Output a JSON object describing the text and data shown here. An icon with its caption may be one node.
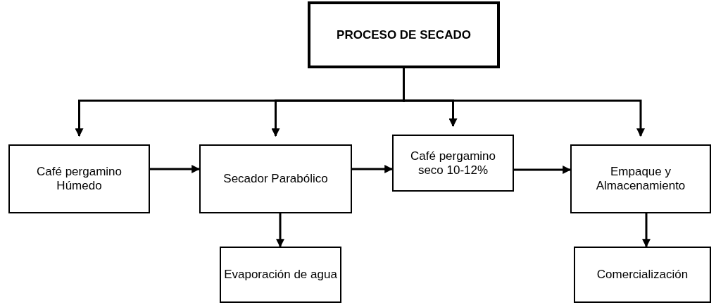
{
  "diagram": {
    "nodes": [
      {
        "text": [
          "PROCESO DE SECADO"
        ]
      },
      {
        "text": [
          "Café pergamino Húmedo"
        ]
      },
      {
        "text": [
          "Secador Parabólico"
        ]
      },
      {
        "text": [
          "Café pergamino seco 10-12%"
        ]
      },
      {
        "text": [
          "Empaque y Almacenamiento"
        ]
      },
      {
        "text": [
          "Evaporación de agua"
        ]
      },
      {
        "text": [
          "Comercialización"
        ]
      }
    ],
    "edges": [
      {
        "from": 0,
        "to": 1,
        "arrow": "to"
      },
      {
        "from": 0,
        "to": 2,
        "arrow": "to"
      },
      {
        "from": 0,
        "to": 3,
        "arrow": "to"
      },
      {
        "from": 0,
        "to": 4,
        "arrow": "to"
      },
      {
        "from": 1,
        "to": 2,
        "arrow": "to"
      },
      {
        "from": 2,
        "to": 3,
        "arrow": "to"
      },
      {
        "from": 3,
        "to": 4,
        "arrow": "to"
      },
      {
        "from": 2,
        "to": 5,
        "arrow": "to"
      },
      {
        "from": 4,
        "to": 6,
        "arrow": "to"
      }
    ]
  }
}
